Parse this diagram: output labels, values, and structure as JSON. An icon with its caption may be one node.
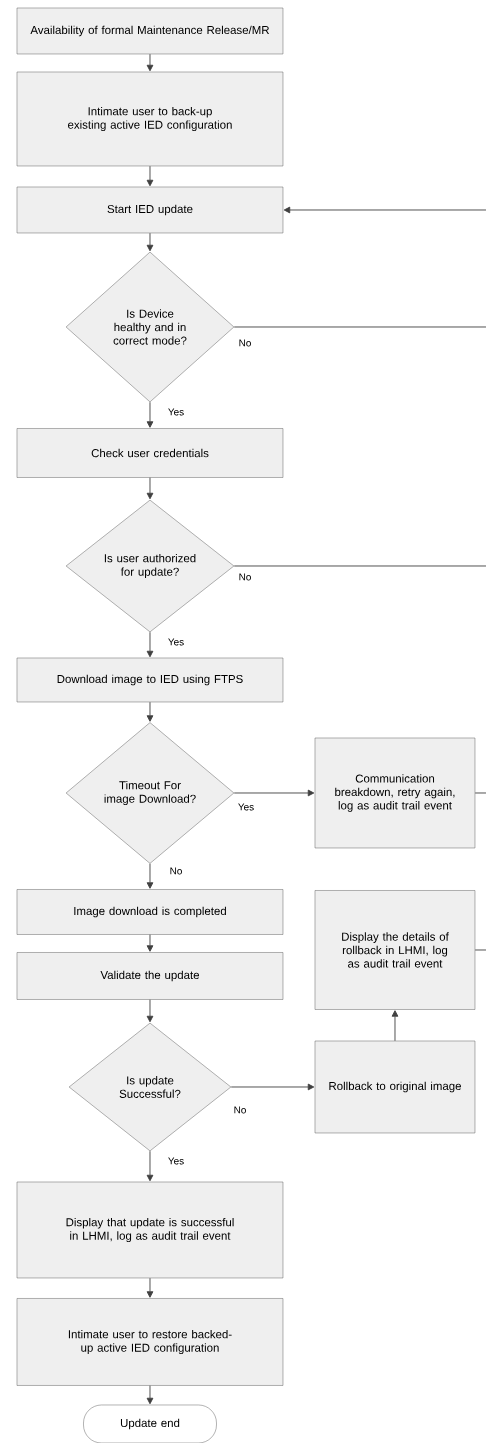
{
  "diagram": {
    "nodes": [
      {
        "text": [
          "Availability of formal Maintenance Release/MR"
        ]
      },
      {
        "text": [
          "Intimate user to back-up existing active IED configuration"
        ]
      },
      {
        "text": [
          "Start IED update"
        ]
      },
      {
        "text": [
          "Is Device healthy and in correct mode?"
        ]
      },
      {
        "text": [
          "Check user credentials"
        ]
      },
      {
        "text": [
          "Is user authorized for update?"
        ]
      },
      {
        "text": [
          "Download image to IED using FTPS"
        ]
      },
      {
        "text": [
          "Timeout For image Download?"
        ]
      },
      {
        "text": [
          "Communication breakdown, retry again, log as audit trail event"
        ]
      },
      {
        "text": [
          "Image download is completed"
        ]
      },
      {
        "text": [
          "Validate the update"
        ]
      },
      {
        "text": [
          "Is update Successful?"
        ]
      },
      {
        "text": [
          "Rollback to original image"
        ]
      },
      {
        "text": [
          "Display the details of rollback in LHMI, log as audit trail event"
        ]
      },
      {
        "text": [
          "Display that update is successful in LHMI, log as audit trail event"
        ]
      },
      {
        "text": [
          "Intimate user to restore backed-up active IED configuration"
        ]
      },
      {
        "text": [
          "Update end"
        ]
      }
    ],
    "edges": [
      {
        "from": 0,
        "to": 1,
        "arrow": "to"
      },
      {
        "from": 1,
        "to": 2,
        "arrow": "to"
      },
      {
        "from": 2,
        "to": 3,
        "arrow": "to"
      },
      {
        "from": 3,
        "to": 4,
        "arrow": "to",
        "label": "Yes"
      },
      {
        "from": 3,
        "to": null,
        "arrow": "none",
        "label": "No"
      },
      {
        "from": null,
        "to": 2,
        "arrow": "to"
      },
      {
        "from": 4,
        "to": 5,
        "arrow": "to"
      },
      {
        "from": 5,
        "to": 6,
        "arrow": "to",
        "label": "Yes"
      },
      {
        "from": 5,
        "to": null,
        "arrow": "none",
        "label": "No"
      },
      {
        "from": 6,
        "to": 7,
        "arrow": "to"
      },
      {
        "from": 7,
        "to": 8,
        "arrow": "to",
        "label": "Yes"
      },
      {
        "from": 7,
        "to": 9,
        "arrow": "to",
        "label": "No"
      },
      {
        "from": 8,
        "to": null,
        "arrow": "none"
      },
      {
        "from": 9,
        "to": 10,
        "arrow": "to"
      },
      {
        "from": 10,
        "to": 11,
        "arrow": "to"
      },
      {
        "from": 11,
        "to": 14,
        "arrow": "to",
        "label": "Yes"
      },
      {
        "from": 11,
        "to": 12,
        "arrow": "to",
        "label": "No"
      },
      {
        "from": 12,
        "to": 13,
        "arrow": "to"
      },
      {
        "from": 13,
        "to": null,
        "arrow": "none"
      },
      {
        "from": 14,
        "to": 15,
        "arrow": "to"
      },
      {
        "from": 15,
        "to": 16,
        "arrow": "to"
      }
    ]
  }
}
